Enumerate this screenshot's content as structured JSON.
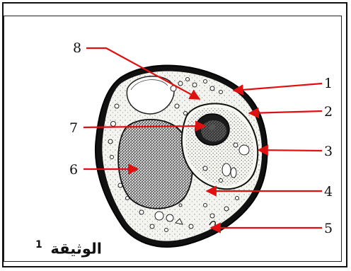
{
  "document": {
    "caption_word": "الوثيقة",
    "caption_number": "1"
  },
  "labels": [
    "1",
    "2",
    "3",
    "4",
    "5",
    "6",
    "7",
    "8"
  ],
  "colors": {
    "arrow": "#e01010",
    "ink": "#111111",
    "cytoplasm": "#f4f4f0"
  }
}
